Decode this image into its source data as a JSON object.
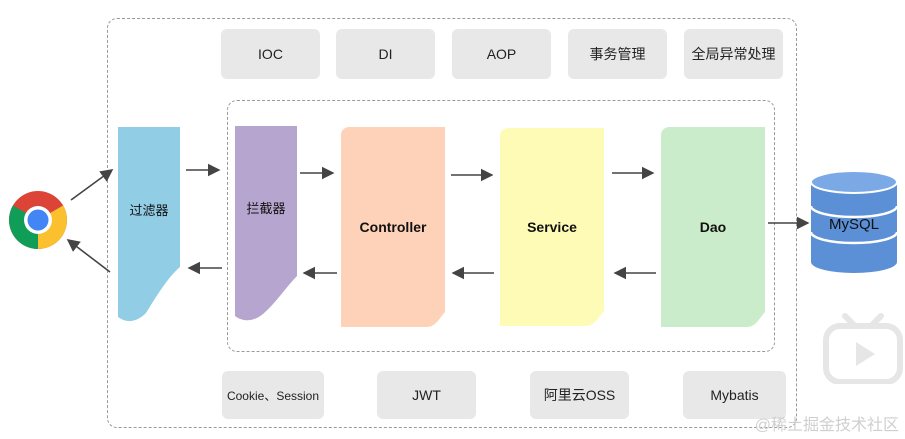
{
  "top_row": [
    "IOC",
    "DI",
    "AOP",
    "事务管理",
    "全局异常处理"
  ],
  "bottom_row": [
    "Cookie、Session",
    "JWT",
    "阿里云OSS",
    "Mybatis"
  ],
  "flow": {
    "filter": "过滤器",
    "interceptor": "拦截器",
    "controller": "Controller",
    "service": "Service",
    "dao": "Dao"
  },
  "database": "MySQL",
  "watermark": "@稀土掘金技术社区",
  "colors": {
    "filter": "#92cde6",
    "interceptor": "#b6a6cf",
    "controller": "#fdd2b8",
    "service": "#fdfbb6",
    "dao": "#cbeccb",
    "mysql": "#5b8fd6",
    "pill": "#e8e8e8",
    "arrow": "#444444"
  },
  "icons": [
    "chrome-browser-icon",
    "database-cylinder-icon",
    "bilibili-tv-icon"
  ]
}
